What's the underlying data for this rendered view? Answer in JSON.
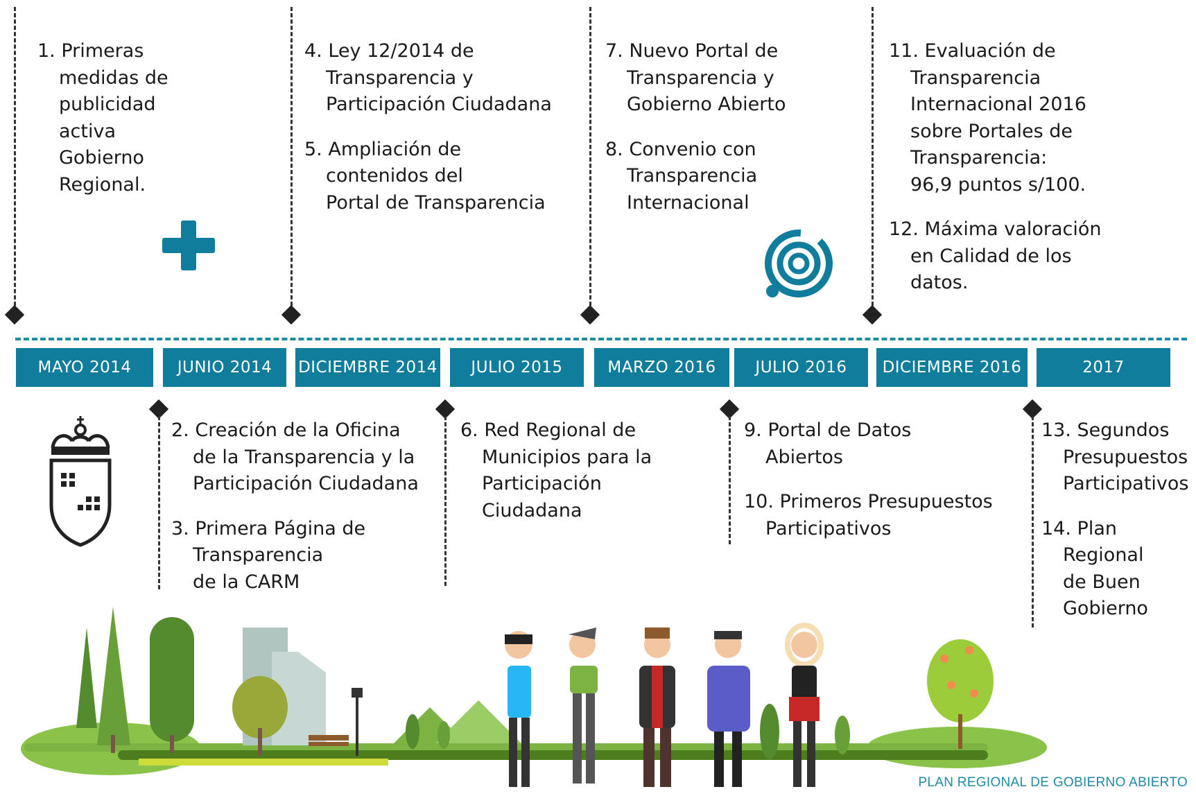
{
  "dates": [
    "MAYO 2014",
    "JUNIO 2014",
    "DICIEMBRE 2014",
    "JULIO 2015",
    "MARZO 2016",
    "JULIO 2016",
    "DICIEMBRE 2016",
    "2017"
  ],
  "top_blocks": [
    {
      "items": [
        {
          "num": "1.",
          "first": "Primeras",
          "rest": "medidas de\npublicidad\nactiva\nGobierno\nRegional."
        }
      ]
    },
    {
      "items": [
        {
          "num": "4.",
          "first": "Ley 12/2014 de",
          "rest": "Transparencia y\nParticipación Ciudadana"
        },
        {
          "num": "5.",
          "first": "Ampliación de",
          "rest": "contenidos del\nPortal de Transparencia"
        }
      ]
    },
    {
      "items": [
        {
          "num": "7.",
          "first": "Nuevo Portal de",
          "rest": "Transparencia y\nGobierno Abierto"
        },
        {
          "num": "8.",
          "first": "Convenio con",
          "rest": "Transparencia\nInternacional"
        }
      ]
    },
    {
      "items": [
        {
          "num": "11.",
          "first": "Evaluación de",
          "rest": "Transparencia\nInternacional 2016\nsobre Portales de\nTransparencia:\n96,9 puntos s/100."
        },
        {
          "num": "12.",
          "first": "Máxima valoración",
          "rest": "en Calidad de los\ndatos."
        }
      ]
    }
  ],
  "bottom_blocks": [
    {
      "items": [
        {
          "num": "2.",
          "first": "Creación de la Oficina",
          "rest": "de la Transparencia y la\nParticipación Ciudadana"
        },
        {
          "num": "3.",
          "first": "Primera Página de",
          "rest": "Transparencia\nde la CARM"
        }
      ]
    },
    {
      "items": [
        {
          "num": "6.",
          "first": "Red Regional de",
          "rest": "Municipios para la\nParticipación\nCiudadana"
        }
      ]
    },
    {
      "items": [
        {
          "num": "9.",
          "first": "Portal de Datos",
          "rest": "Abiertos"
        },
        {
          "num": "10.",
          "first": "Primeros Presupuestos",
          "rest": "Participativos"
        }
      ]
    },
    {
      "items": [
        {
          "num": "13.",
          "first": "Segundos",
          "rest": "Presupuestos\nParticipativos"
        },
        {
          "num": "14.",
          "first": "Plan",
          "rest": "Regional\nde Buen\nGobierno"
        }
      ]
    }
  ],
  "footer": "PLAN REGIONAL DE GOBIERNO ABIERTO",
  "icons": [
    "plus-icon",
    "transparency-logo-icon",
    "region-coat-of-arms-icon"
  ],
  "colors": {
    "accent": "#0f7d9b",
    "line": "#1f8aa6",
    "text": "#1a1a1a"
  }
}
